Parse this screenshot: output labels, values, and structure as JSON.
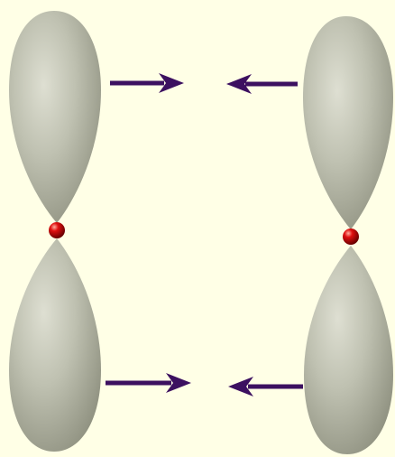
{
  "diagram": {
    "kind": "p-orbital sideways overlap",
    "background_color": "#FFFFE6",
    "orbital_color": "#B4B6A6",
    "nucleus_color": "#D00000",
    "arrow_color": "#3C1060",
    "orbitals": [
      {
        "id": "left",
        "lobes": 2,
        "nucleus": 1
      },
      {
        "id": "right",
        "lobes": 2,
        "nucleus": 1
      }
    ],
    "arrows": [
      {
        "id": "top-left",
        "direction": "right"
      },
      {
        "id": "top-right",
        "direction": "left"
      },
      {
        "id": "bottom-left",
        "direction": "right"
      },
      {
        "id": "bottom-right",
        "direction": "left"
      }
    ]
  }
}
